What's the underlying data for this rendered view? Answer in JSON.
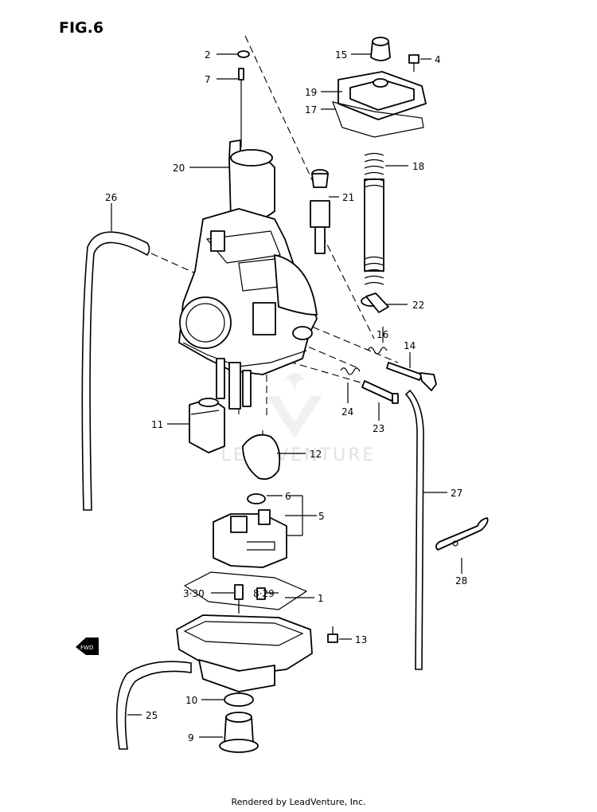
{
  "figure": {
    "title": "FIG.6",
    "watermark": "LEADVENTURE",
    "footer": "Rendered by LeadVenture, Inc.",
    "fwd_label": "FWD"
  },
  "callouts": [
    {
      "id": "2",
      "text": "2"
    },
    {
      "id": "7",
      "text": "7"
    },
    {
      "id": "15",
      "text": "15"
    },
    {
      "id": "4",
      "text": "4"
    },
    {
      "id": "19",
      "text": "19"
    },
    {
      "id": "17",
      "text": "17"
    },
    {
      "id": "18",
      "text": "18"
    },
    {
      "id": "20",
      "text": "20"
    },
    {
      "id": "21",
      "text": "21"
    },
    {
      "id": "26",
      "text": "26"
    },
    {
      "id": "22",
      "text": "22"
    },
    {
      "id": "16",
      "text": "16"
    },
    {
      "id": "14",
      "text": "14"
    },
    {
      "id": "24",
      "text": "24"
    },
    {
      "id": "23",
      "text": "23"
    },
    {
      "id": "11",
      "text": "11"
    },
    {
      "id": "12",
      "text": "12"
    },
    {
      "id": "6",
      "text": "6"
    },
    {
      "id": "5",
      "text": "5"
    },
    {
      "id": "27",
      "text": "27"
    },
    {
      "id": "28",
      "text": "28"
    },
    {
      "id": "3-30",
      "text": "3·30"
    },
    {
      "id": "8-29",
      "text": "8·29"
    },
    {
      "id": "1",
      "text": "1"
    },
    {
      "id": "13",
      "text": "13"
    },
    {
      "id": "10",
      "text": "10"
    },
    {
      "id": "25",
      "text": "25"
    },
    {
      "id": "9",
      "text": "9"
    }
  ]
}
